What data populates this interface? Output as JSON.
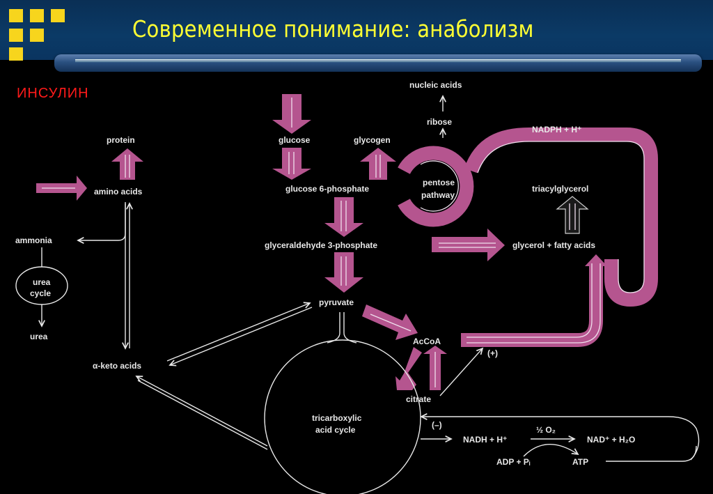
{
  "slide": {
    "title": "Современное понимание: анаболизм",
    "hormone_label": "ИНСУЛИН",
    "colors": {
      "header_bg": "#0b3a66",
      "title_text": "#ffff33",
      "logo_squares": "#f7d51d",
      "hormone_text": "#ff1a1a",
      "pathway_arrows": "#b5558f",
      "labels": "#e8e8e8",
      "background": "#000000"
    }
  },
  "diagram": {
    "nodes": {
      "protein": "protein",
      "amino_acids": "amino acids",
      "ammonia": "ammonia",
      "urea_cycle_line1": "urea",
      "urea_cycle_line2": "cycle",
      "urea": "urea",
      "alpha_keto_acids": "α-keto acids",
      "glucose": "glucose",
      "glycogen": "glycogen",
      "glucose_6_phosphate": "glucose 6-phosphate",
      "nucleic_acids": "nucleic acids",
      "ribose": "ribose",
      "pentose_line1": "pentose",
      "pentose_line2": "pathway",
      "nadph": "NADPH + H⁺",
      "triacylglycerol": "triacylglycerol",
      "glyceraldehyde_3_phosphate": "glyceraldehyde 3-phosphate",
      "glycerol_fatty_acids": "glycerol + fatty acids",
      "pyruvate": "pyruvate",
      "accoa": "AcCoA",
      "citrate": "citrate",
      "tca_line1": "tricarboxylic",
      "tca_line2": "acid cycle",
      "plus_regulation": "(+)",
      "minus_regulation": "(–)",
      "nadh": "NADH + H⁺",
      "half_o2": "½ O₂",
      "nad_h2o": "NAD⁺ + H₂O",
      "adp_pi": "ADP + Pᵢ",
      "atp": "ATP"
    }
  }
}
